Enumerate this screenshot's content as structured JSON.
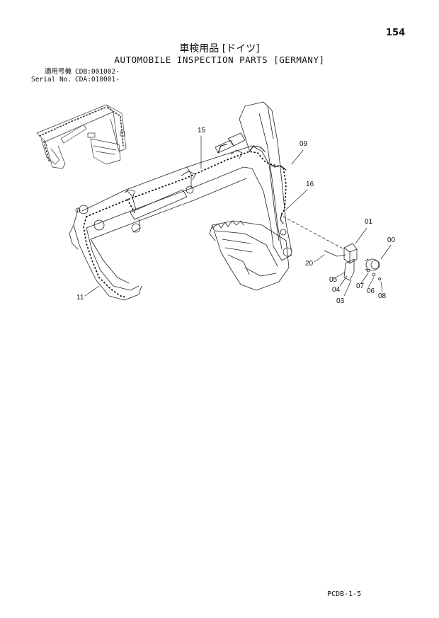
{
  "page_number": "154",
  "title_jp": "車検用品 [ドイツ]",
  "title_en": "AUTOMOBILE INSPECTION PARTS [GERMANY]",
  "serial": {
    "rows": [
      {
        "label": "適用号機",
        "value": "CDB:001002-"
      },
      {
        "label": "Serial No.",
        "value": "CDA:010001-"
      }
    ]
  },
  "callouts": {
    "c15": "15",
    "c09": "09",
    "c16": "16",
    "c01": "01",
    "c00": "00",
    "c20": "20",
    "c05": "05",
    "c04": "04",
    "c07": "07",
    "c06": "06",
    "c08": "08",
    "c03": "03",
    "c11": "11"
  },
  "footer_code": "PCDB-1-5"
}
